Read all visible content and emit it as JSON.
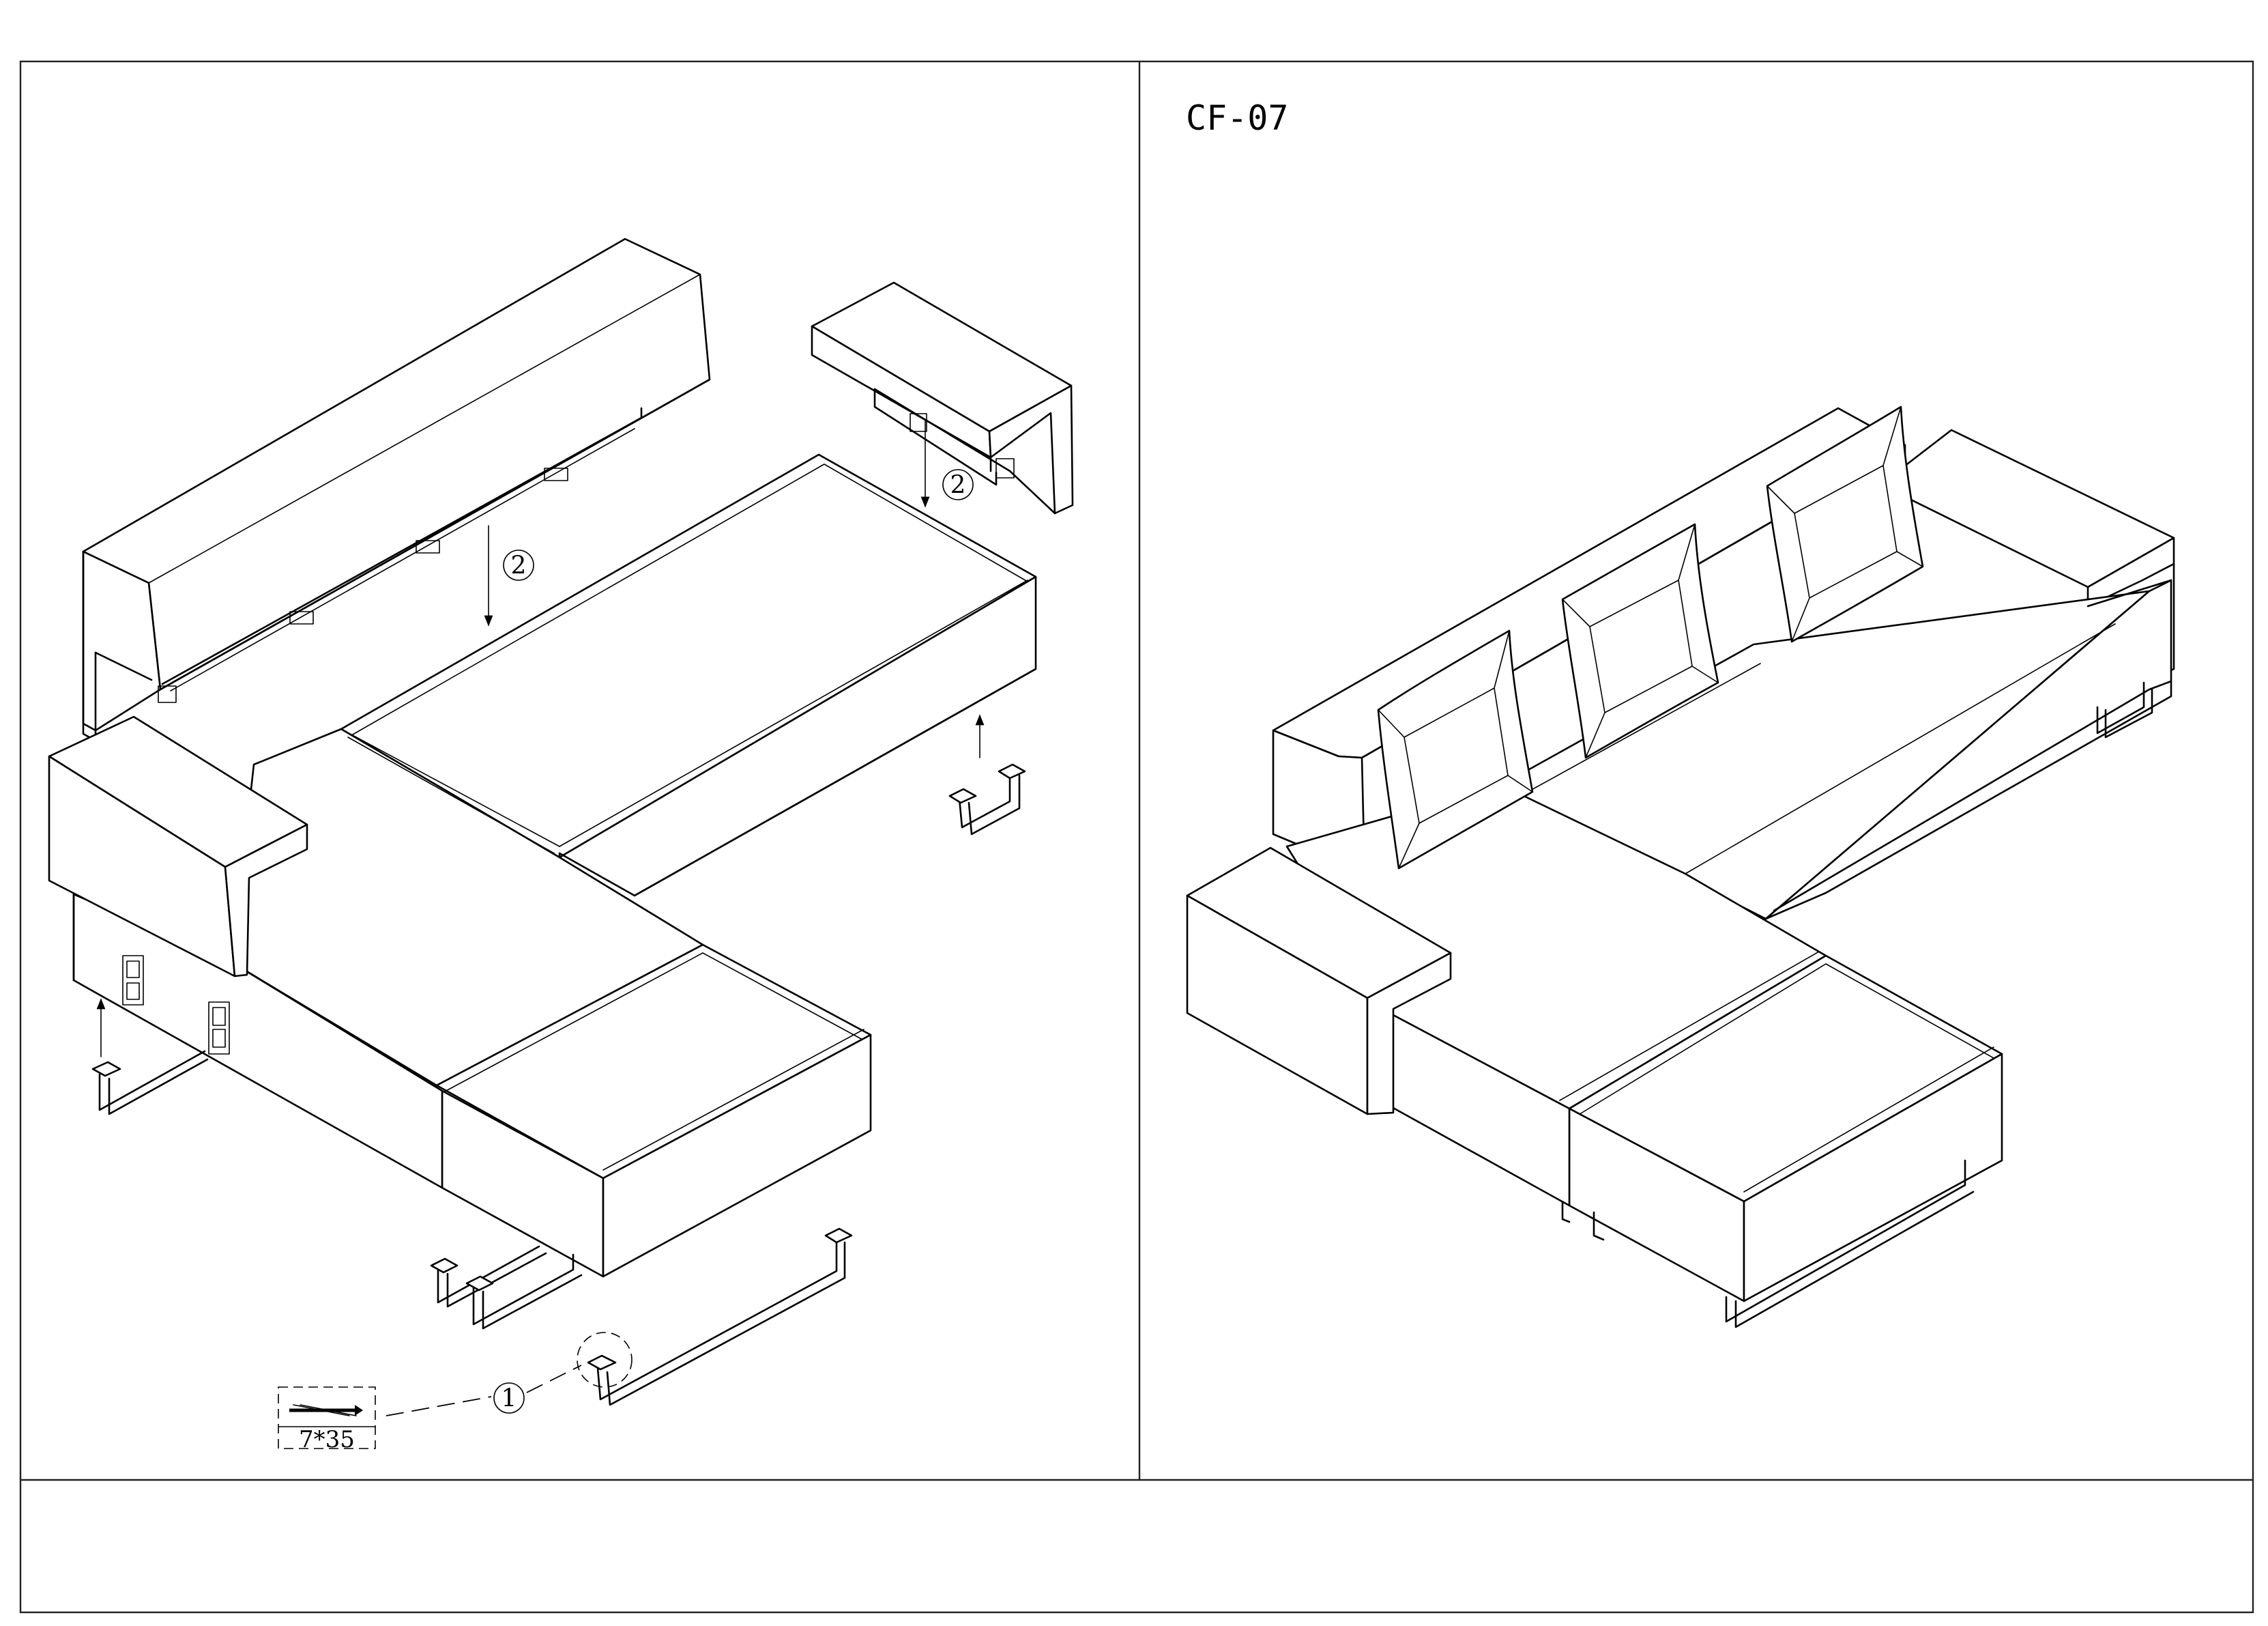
{
  "sheet": {
    "model_code": "CF-07",
    "screw_label": "7*35",
    "callouts": [
      {
        "id": "leg-fixing",
        "label": "1"
      },
      {
        "id": "backrest-fixing",
        "label": "2"
      },
      {
        "id": "armrest-fixing",
        "label": "2"
      }
    ]
  },
  "colors": {
    "line": "#000000",
    "background": "#ffffff"
  },
  "icons": [
    "screw-icon",
    "arrow-down-icon",
    "arrow-up-icon"
  ]
}
